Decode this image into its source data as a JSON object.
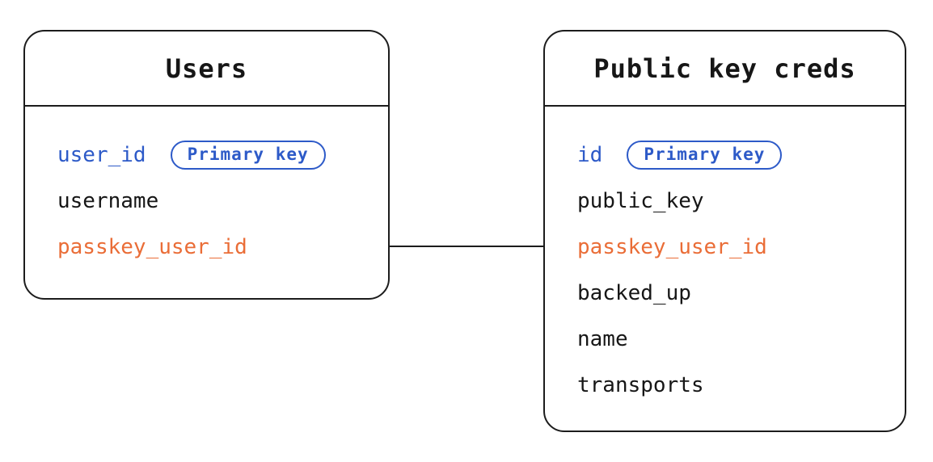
{
  "diagram": {
    "palette": {
      "background": "#ffffff",
      "ink": "#161616",
      "line": "#1c1c1c",
      "blue": "#2d5ac8",
      "orange": "#ea6d37"
    },
    "tables": [
      {
        "id": "users",
        "title": "Users",
        "fields": [
          {
            "name": "user_id",
            "color": "blue",
            "badge": "Primary key"
          },
          {
            "name": "username",
            "color": "default"
          },
          {
            "name": "passkey_user_id",
            "color": "orange"
          }
        ]
      },
      {
        "id": "public-key-creds",
        "title": "Public key creds",
        "fields": [
          {
            "name": "id",
            "color": "blue",
            "badge": "Primary key"
          },
          {
            "name": "public_key",
            "color": "default"
          },
          {
            "name": "passkey_user_id",
            "color": "orange"
          },
          {
            "name": "backed_up",
            "color": "default"
          },
          {
            "name": "name",
            "color": "default"
          },
          {
            "name": "transports",
            "color": "default"
          }
        ]
      }
    ],
    "connector": {
      "from_table": "Users",
      "from_field": "passkey_user_id",
      "to_table": "Public key creds",
      "to_field": "passkey_user_id"
    }
  }
}
